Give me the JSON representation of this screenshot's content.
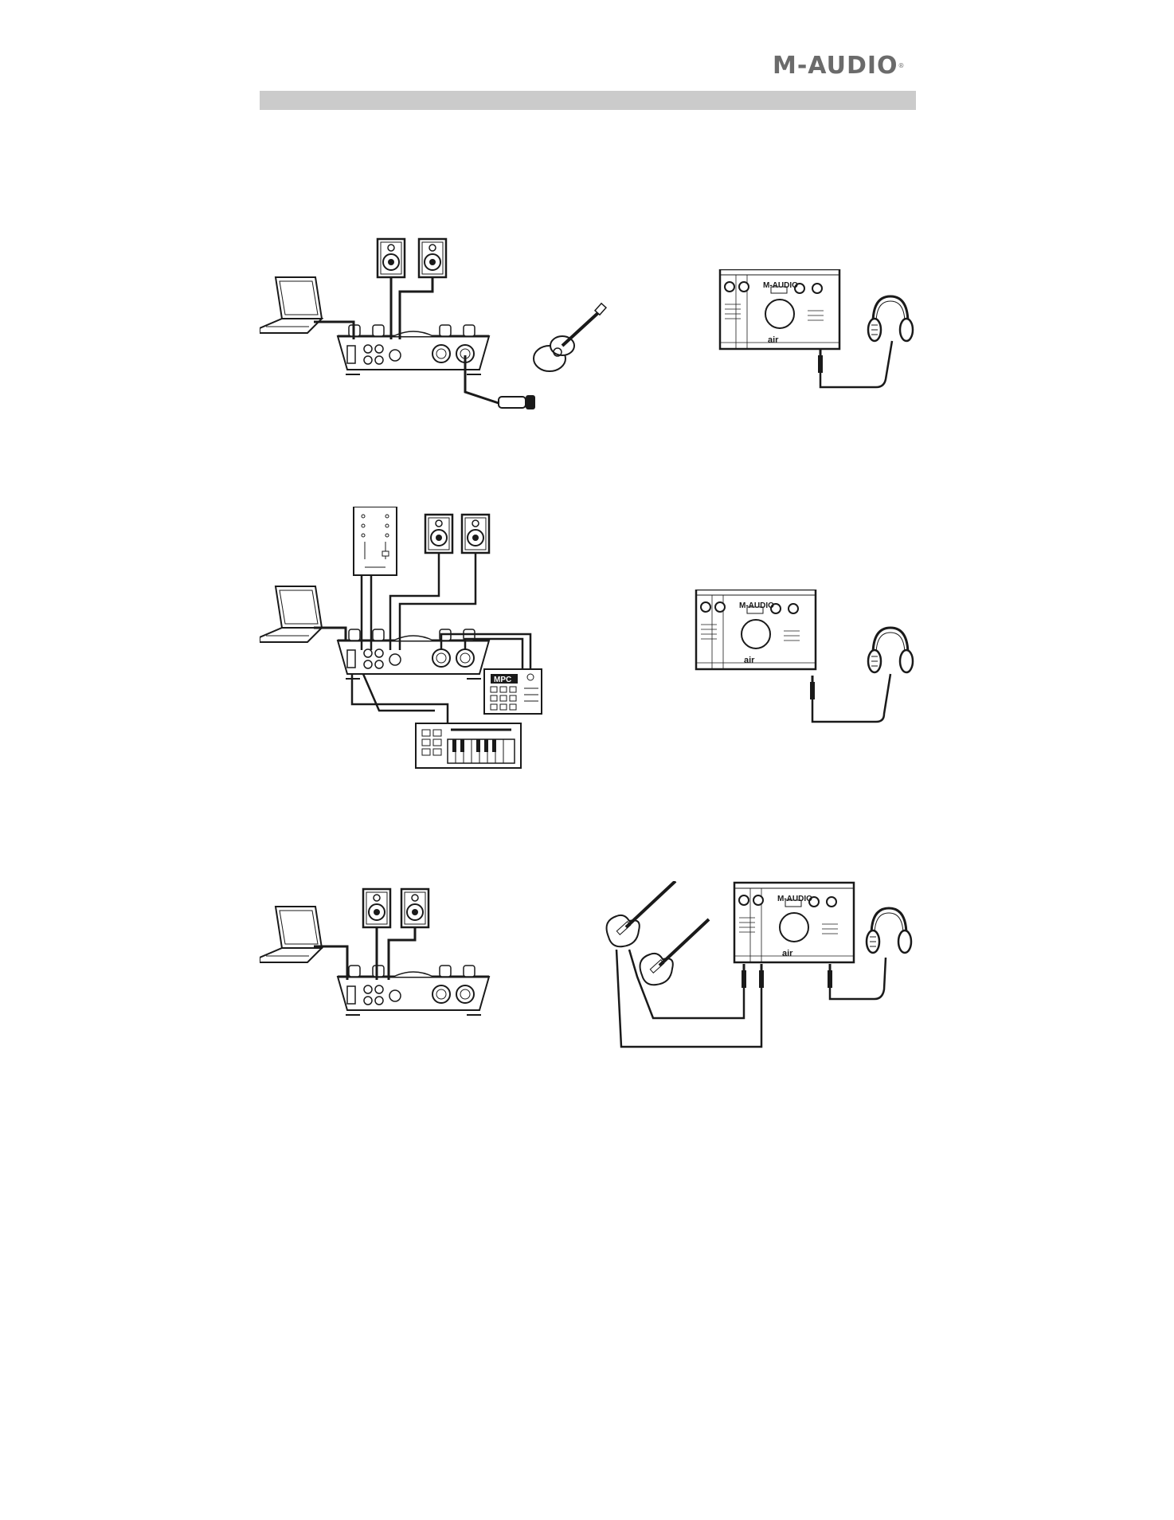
{
  "logo": {
    "brand": "M-AUDIO",
    "mark": "®"
  },
  "diagrams": {
    "front_panel_brand": "M-AUDIO",
    "model_mark": "air",
    "sampler_label": "MPC"
  },
  "colors": {
    "ink": "#1a1a1a",
    "header_bar": "#cbcbcb",
    "logo": "#6b6b6b"
  }
}
